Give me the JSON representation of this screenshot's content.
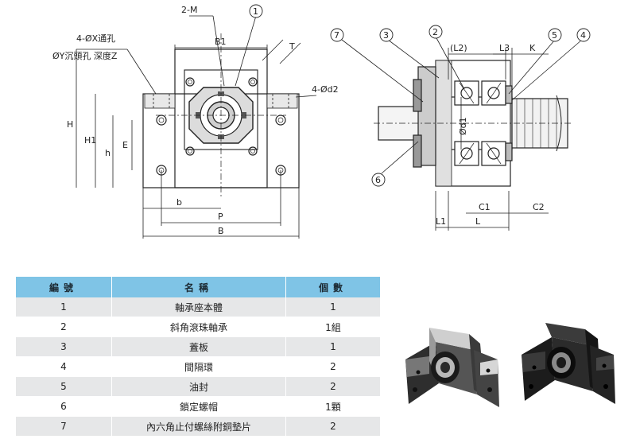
{
  "front_view": {
    "labels": {
      "two_m": "2-M",
      "callout_1": "1",
      "b1": "B1",
      "hole_x": "4-ØX通孔",
      "hole_y": "ØY沉頭孔 深度Z",
      "t": "T",
      "d2": "4-Ød2",
      "h": "H",
      "h1": "H1",
      "h_small": "h",
      "e": "E",
      "b_small": "b",
      "p": "P",
      "b_big": "B"
    }
  },
  "side_view": {
    "labels": {
      "callout_7": "7",
      "callout_3": "3",
      "callout_2": "2",
      "callout_5": "5",
      "callout_4": "4",
      "callout_6": "6",
      "l2": "(L2)",
      "l3": "L3",
      "k": "K",
      "d1": "Ød1",
      "c1": "C1",
      "c2": "C2",
      "l1": "L1",
      "l": "L"
    }
  },
  "parts_table": {
    "headers": [
      "編號",
      "名稱",
      "個數"
    ],
    "rows": [
      {
        "no": "1",
        "name": "軸承座本體",
        "qty": "1"
      },
      {
        "no": "2",
        "name": "斜角滾珠軸承",
        "qty": "1組"
      },
      {
        "no": "3",
        "name": "蓋板",
        "qty": "1"
      },
      {
        "no": "4",
        "name": "間隔環",
        "qty": "2"
      },
      {
        "no": "5",
        "name": "油封",
        "qty": "2"
      },
      {
        "no": "6",
        "name": "鎖定螺帽",
        "qty": "1顆"
      },
      {
        "no": "7",
        "name": "內六角止付螺絲附銅墊片",
        "qty": "2"
      }
    ]
  },
  "product_photos": [
    {
      "finish": "silver-top"
    },
    {
      "finish": "black"
    }
  ]
}
